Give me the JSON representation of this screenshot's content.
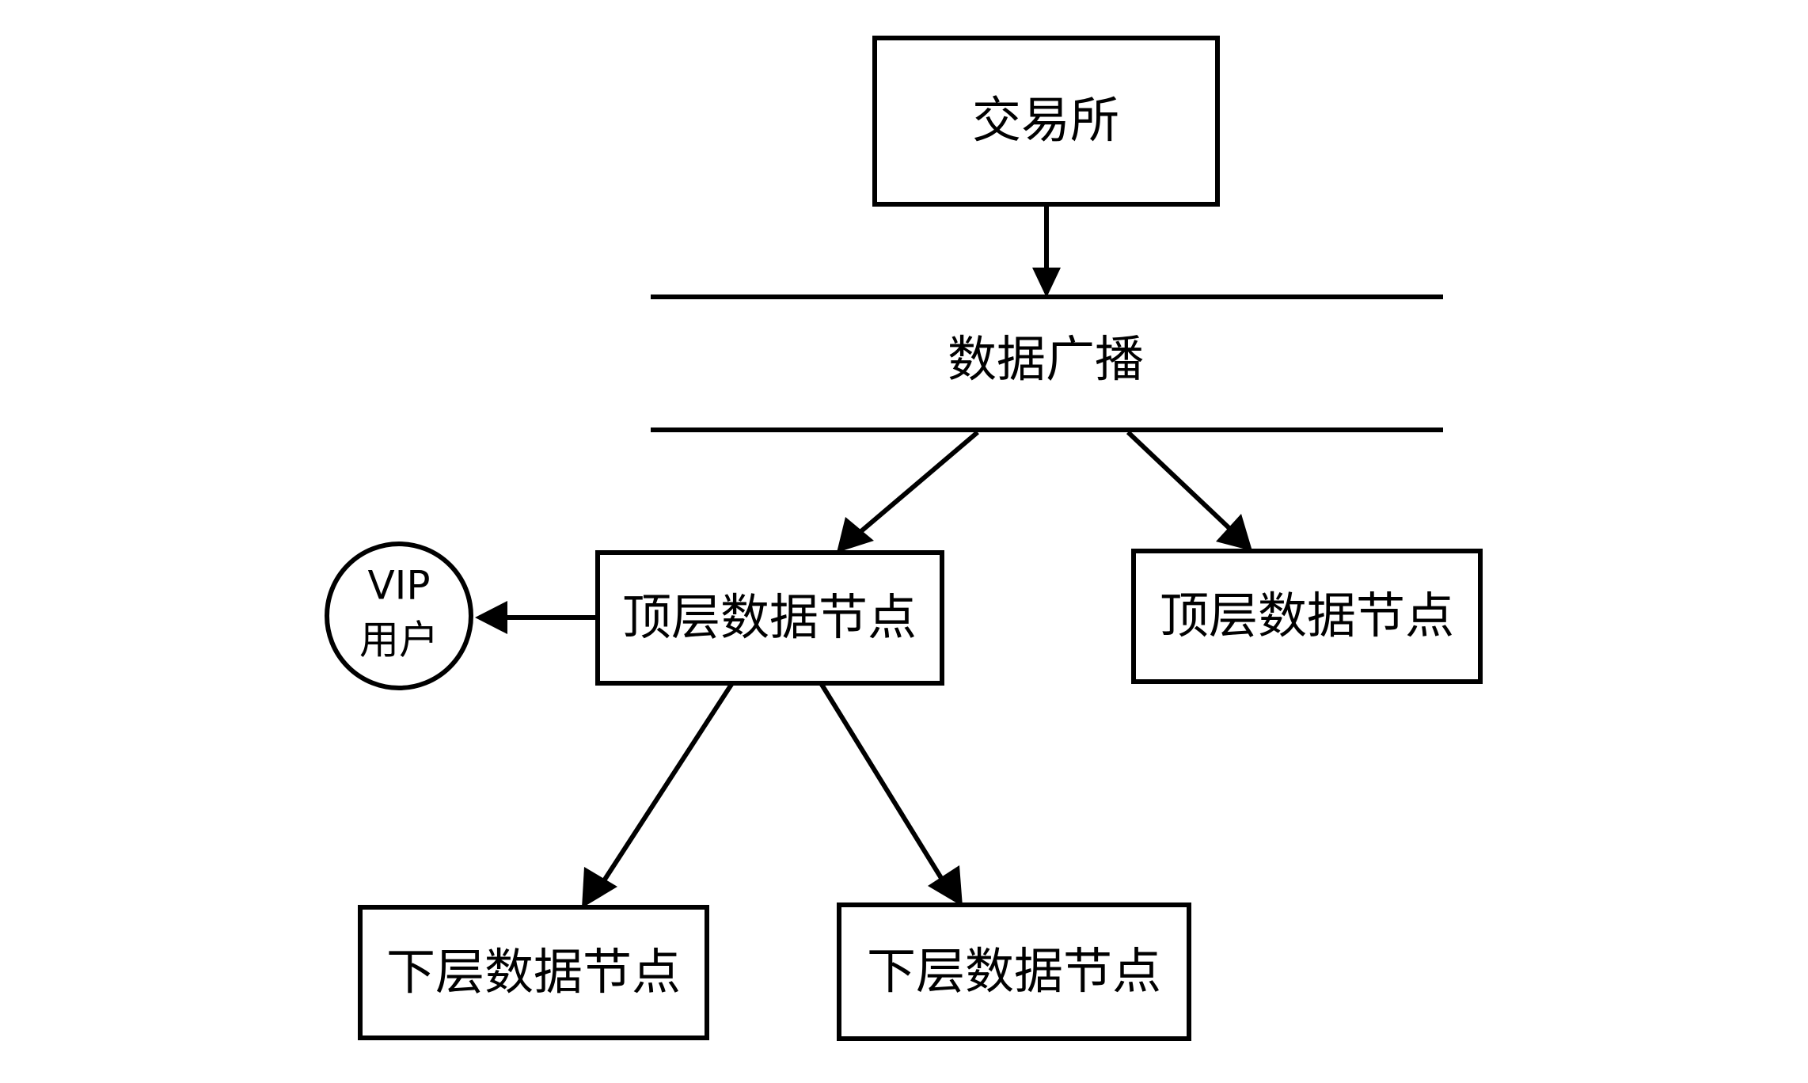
{
  "diagram": {
    "title": "",
    "background_color": "#ffffff",
    "stroke_color": "#000000",
    "text_color": "#000000",
    "nodes": {
      "exchange": {
        "label": "交易所",
        "shape": "rectangle"
      },
      "broadcast_bus": {
        "label": "数据广播",
        "shape": "bus"
      },
      "top_node_left": {
        "label": "顶层数据节点",
        "shape": "rectangle"
      },
      "top_node_right": {
        "label": "顶层数据节点",
        "shape": "rectangle"
      },
      "vip_user": {
        "label_line1": "VIP",
        "label_line2": "用户",
        "shape": "circle"
      },
      "lower_node_left": {
        "label": "下层数据节点",
        "shape": "rectangle"
      },
      "lower_node_right": {
        "label": "下层数据节点",
        "shape": "rectangle"
      }
    },
    "edges": [
      {
        "from": "exchange",
        "to": "broadcast_bus",
        "direction": "down",
        "label": ""
      },
      {
        "from": "broadcast_bus",
        "to": "top_node_left",
        "direction": "down-left",
        "label": ""
      },
      {
        "from": "broadcast_bus",
        "to": "top_node_right",
        "direction": "down-right",
        "label": ""
      },
      {
        "from": "top_node_left",
        "to": "vip_user",
        "direction": "left",
        "label": ""
      },
      {
        "from": "top_node_left",
        "to": "lower_node_left",
        "direction": "down-left",
        "label": ""
      },
      {
        "from": "top_node_left",
        "to": "lower_node_right",
        "direction": "down-right",
        "label": ""
      }
    ]
  }
}
